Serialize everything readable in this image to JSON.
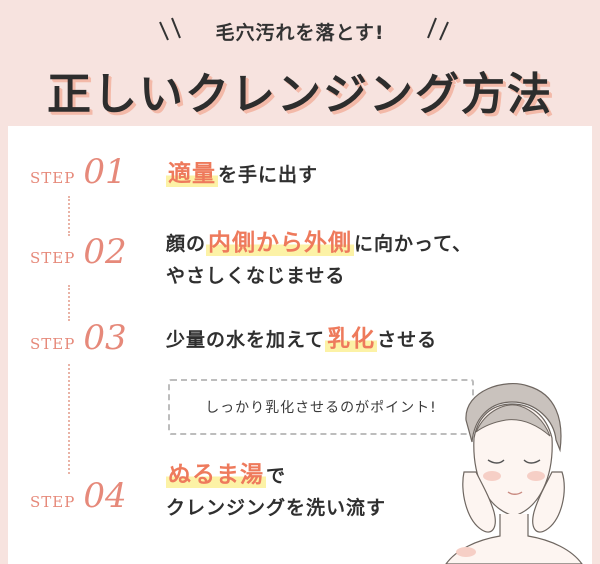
{
  "header": {
    "subtitle": "毛穴汚れを落とす!",
    "title": "正しいクレンジング方法"
  },
  "steps": [
    {
      "word": "STEP",
      "num": "01",
      "highlight": "適量",
      "rest": "を手に出す"
    },
    {
      "word": "STEP",
      "num": "02",
      "pre": "顔の",
      "highlight": "内側から外側",
      "rest": "に向かって、",
      "line2": "やさしくなじませる"
    },
    {
      "word": "STEP",
      "num": "03",
      "pre": "少量の水を加えて",
      "highlight": "乳化",
      "rest": "させる"
    },
    {
      "word": "STEP",
      "num": "04",
      "highlight": "ぬるま湯",
      "rest": "で",
      "line2": "クレンジングを洗い流す"
    }
  ],
  "tip": "しっかり乳化させるのがポイント!",
  "colors": {
    "background": "#f7e3df",
    "accent": "#ee7a5c",
    "step_label": "#e6897a",
    "highlight_marker": "#fcf2a6"
  }
}
